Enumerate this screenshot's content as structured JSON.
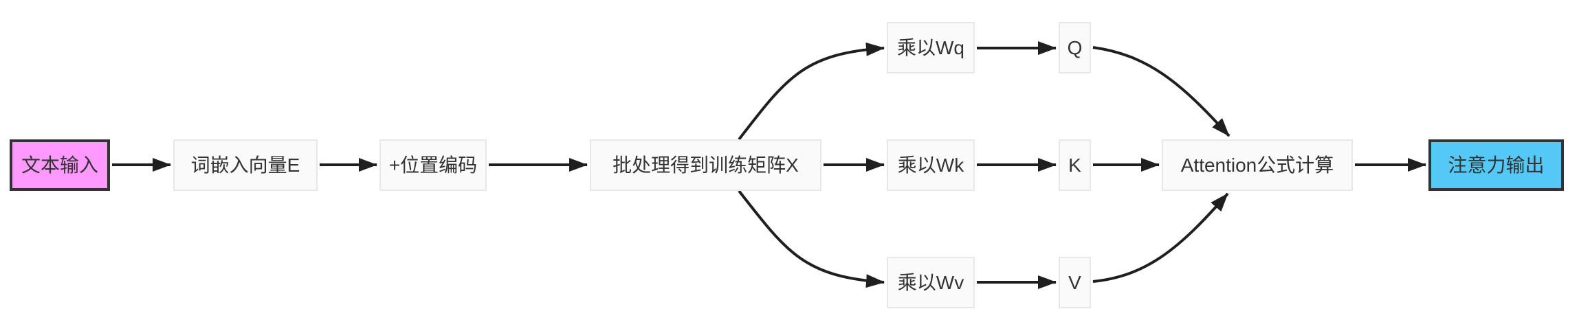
{
  "diagram": {
    "type": "flowchart",
    "direction": "left-to-right",
    "background_color": "#ffffff",
    "edge_color": "#1f1f1f",
    "default_node_fill": "#fafafa",
    "default_node_border": "#e8e8e8",
    "text_color": "#333333",
    "nodes": [
      {
        "id": "text-input",
        "label": "文本输入",
        "fill": "#ff99ff",
        "stroke": "#333333"
      },
      {
        "id": "word-embedding",
        "label": "词嵌入向量E"
      },
      {
        "id": "positional-encoding",
        "label": "+位置编码"
      },
      {
        "id": "batch-training-matrix",
        "label": "批处理得到训练矩阵X"
      },
      {
        "id": "multiply-wq",
        "label": "乘以Wq"
      },
      {
        "id": "q",
        "label": "Q"
      },
      {
        "id": "multiply-wk",
        "label": "乘以Wk"
      },
      {
        "id": "k",
        "label": "K"
      },
      {
        "id": "multiply-wv",
        "label": "乘以Wv"
      },
      {
        "id": "v",
        "label": "V"
      },
      {
        "id": "attention-compute",
        "label": "Attention公式计算"
      },
      {
        "id": "attention-output",
        "label": "注意力输出",
        "fill": "#54c8f6",
        "stroke": "#333333"
      }
    ],
    "edges": [
      {
        "from": "text-input",
        "to": "word-embedding"
      },
      {
        "from": "word-embedding",
        "to": "positional-encoding"
      },
      {
        "from": "positional-encoding",
        "to": "batch-training-matrix"
      },
      {
        "from": "batch-training-matrix",
        "to": "multiply-wq"
      },
      {
        "from": "batch-training-matrix",
        "to": "multiply-wk"
      },
      {
        "from": "batch-training-matrix",
        "to": "multiply-wv"
      },
      {
        "from": "multiply-wq",
        "to": "q"
      },
      {
        "from": "multiply-wk",
        "to": "k"
      },
      {
        "from": "multiply-wv",
        "to": "v"
      },
      {
        "from": "q",
        "to": "attention-compute"
      },
      {
        "from": "k",
        "to": "attention-compute"
      },
      {
        "from": "v",
        "to": "attention-compute"
      },
      {
        "from": "attention-compute",
        "to": "attention-output"
      }
    ]
  }
}
